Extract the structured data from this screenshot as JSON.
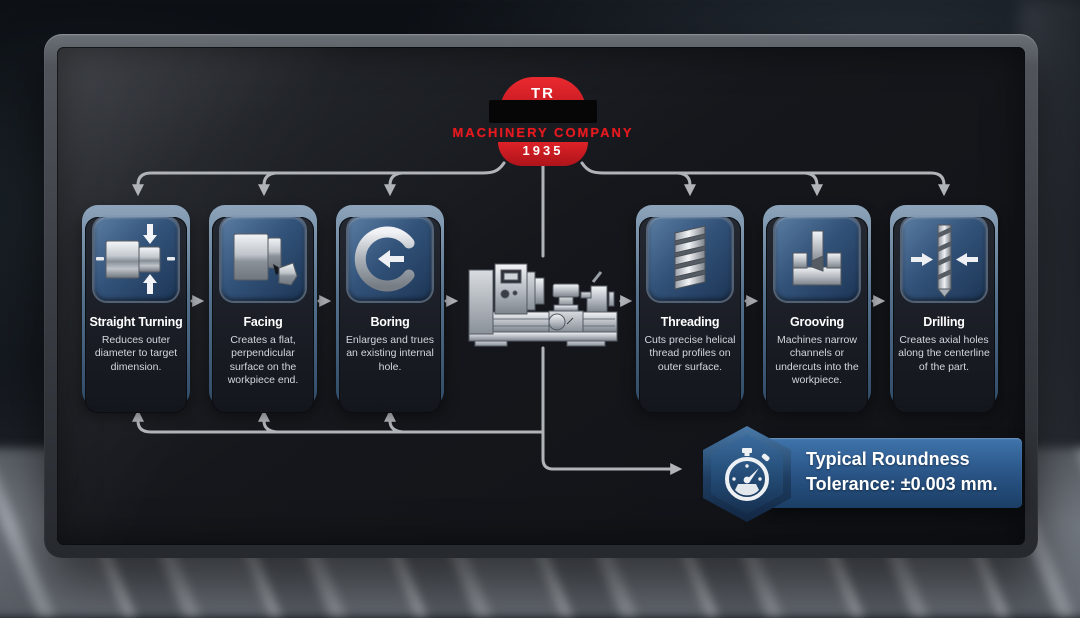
{
  "logo": {
    "initials": "TR",
    "company": "MACHINERY COMPANY",
    "year": "1935",
    "accent_red": "#d61f26"
  },
  "cards": [
    {
      "title": "Straight Turning",
      "desc": "Reduces outer diameter to target dimension.",
      "icon": "straight-turning-icon"
    },
    {
      "title": "Facing",
      "desc": "Creates a flat, perpendicular surface on the workpiece end.",
      "icon": "facing-icon"
    },
    {
      "title": "Boring",
      "desc": "Enlarges and trues an existing internal hole.",
      "icon": "boring-icon"
    },
    {
      "title": "Threading",
      "desc": "Cuts precise helical thread profiles on outer surface.",
      "icon": "threading-icon"
    },
    {
      "title": "Grooving",
      "desc": "Machines narrow channels or undercuts into the workpiece.",
      "icon": "grooving-icon"
    },
    {
      "title": "Drilling",
      "desc": "Creates axial holes along the centerline of the part.",
      "icon": "drill-bit-icon"
    }
  ],
  "center_icon": "lathe-machine-icon",
  "badge": {
    "icon": "stopwatch-icon",
    "line1": "Typical Roundness",
    "line2": "Tolerance: ±0.003 mm."
  },
  "colors": {
    "banner_blue": "#2a5587",
    "card_border_steel": "#6f8ba5",
    "connector_gray": "#b0b4b9",
    "screen_bg": "#15171c"
  }
}
